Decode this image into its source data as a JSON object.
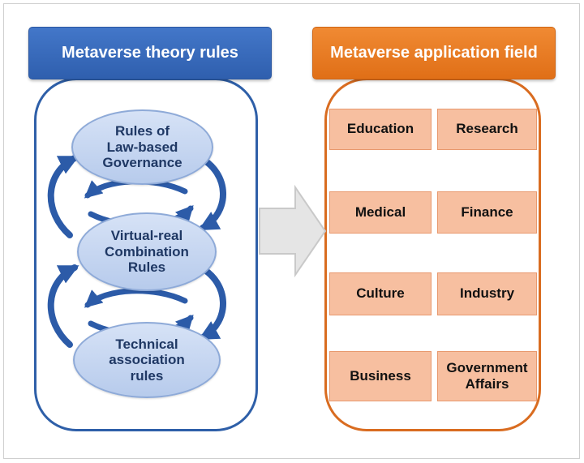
{
  "left_panel": {
    "title": "Metaverse theory rules",
    "nodes": [
      {
        "label": "Rules of\nLaw-based\nGovernance"
      },
      {
        "label": "Virtual-real\nCombination\nRules"
      },
      {
        "label": "Technical\nassociation\nrules"
      }
    ]
  },
  "right_panel": {
    "title": "Metaverse application field",
    "fields": [
      "Education",
      "Research",
      "Medical",
      "Finance",
      "Culture",
      "Industry",
      "Business",
      "Government Affairs"
    ]
  },
  "colors": {
    "left_header_bg": "#3a6cbe",
    "left_container_border": "#2e5fa8",
    "node_fill": "#c5d5f0",
    "node_border": "#8eaad8",
    "node_text": "#1f3864",
    "cycle_arrow": "#2c5ba8",
    "center_arrow_fill": "#e5e5e5",
    "center_arrow_border": "#c9c9c9",
    "right_header_bg": "#e8802b",
    "right_container_border": "#d96c20",
    "field_fill": "#f7bfa0",
    "field_border": "#e8996e"
  }
}
